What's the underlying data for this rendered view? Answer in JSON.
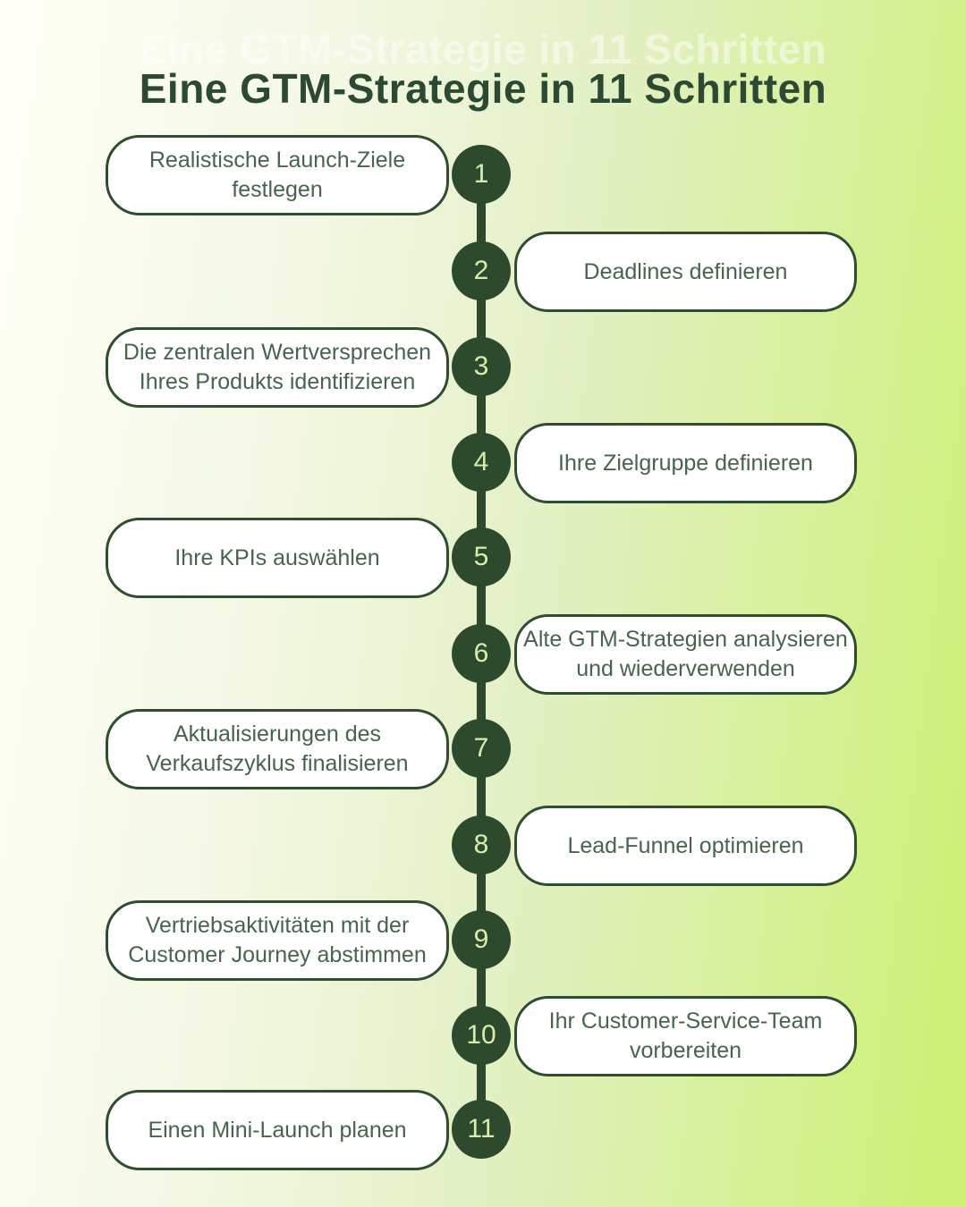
{
  "page": {
    "title": "Eine GTM-Strategie in 11 Schritten",
    "ghost_title": "Eine GTM-Strategie in 11 Schritten"
  },
  "colors": {
    "circle_fill": "#2d4a2e",
    "circle_number_text": "#dcedaa",
    "box_border": "#2f4d33",
    "box_background": "#ffffff",
    "box_text": "#47644d",
    "title_text": "#2c4a33",
    "background_gradient_left": "#fefff7",
    "background_gradient_right": "#ccf172"
  },
  "steps": [
    {
      "number": "1",
      "label": "Realistische Launch-Ziele festlegen",
      "side": "left"
    },
    {
      "number": "2",
      "label": "Deadlines definieren",
      "side": "right"
    },
    {
      "number": "3",
      "label": "Die zentralen Wertversprechen Ihres Produkts identifizieren",
      "side": "left"
    },
    {
      "number": "4",
      "label": "Ihre Zielgruppe definieren",
      "side": "right"
    },
    {
      "number": "5",
      "label": "Ihre KPIs auswählen",
      "side": "left"
    },
    {
      "number": "6",
      "label": "Alte GTM-Strategien analysieren und wiederverwenden",
      "side": "right"
    },
    {
      "number": "7",
      "label": "Aktualisierungen des Verkaufszyklus finalisieren",
      "side": "left"
    },
    {
      "number": "8",
      "label": "Lead-Funnel optimieren",
      "side": "right"
    },
    {
      "number": "9",
      "label": "Vertriebsaktivitäten mit der Customer Journey abstimmen",
      "side": "left"
    },
    {
      "number": "10",
      "label": "Ihr Customer-Service-Team vorbereiten",
      "side": "right"
    },
    {
      "number": "11",
      "label": "Einen Mini-Launch planen",
      "side": "left"
    }
  ]
}
